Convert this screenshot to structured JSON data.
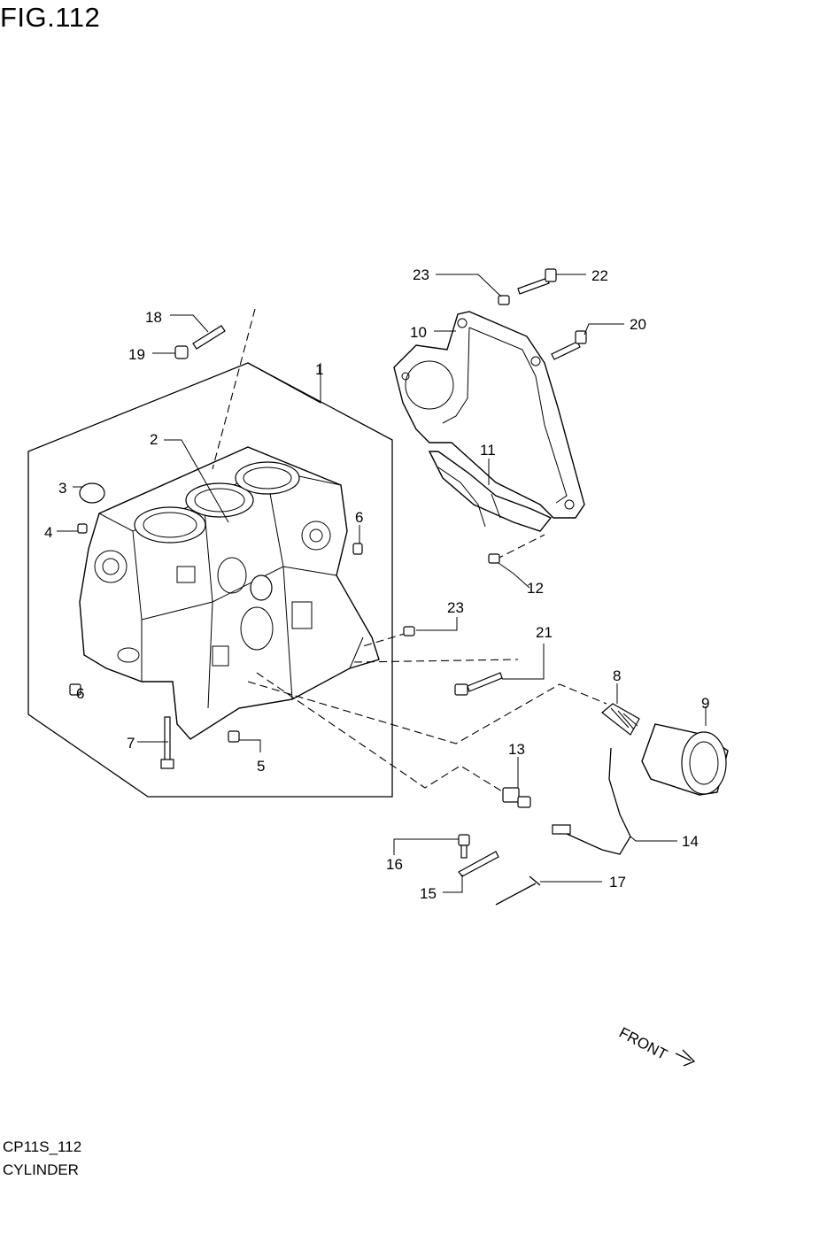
{
  "figure": {
    "title": "FIG.112",
    "code": "CP11S_112",
    "caption": "CYLINDER",
    "front_label": "FRONT"
  },
  "callouts": {
    "c1": "1",
    "c2": "2",
    "c3": "3",
    "c4": "4",
    "c5": "5",
    "c6a": "6",
    "c6b": "6",
    "c7": "7",
    "c8": "8",
    "c9": "9",
    "c10": "10",
    "c11": "11",
    "c12": "12",
    "c13": "13",
    "c14": "14",
    "c15": "15",
    "c16": "16",
    "c17": "17",
    "c18": "18",
    "c19": "19",
    "c20": "20",
    "c21": "21",
    "c22": "22",
    "c23a": "23",
    "c23b": "23"
  }
}
